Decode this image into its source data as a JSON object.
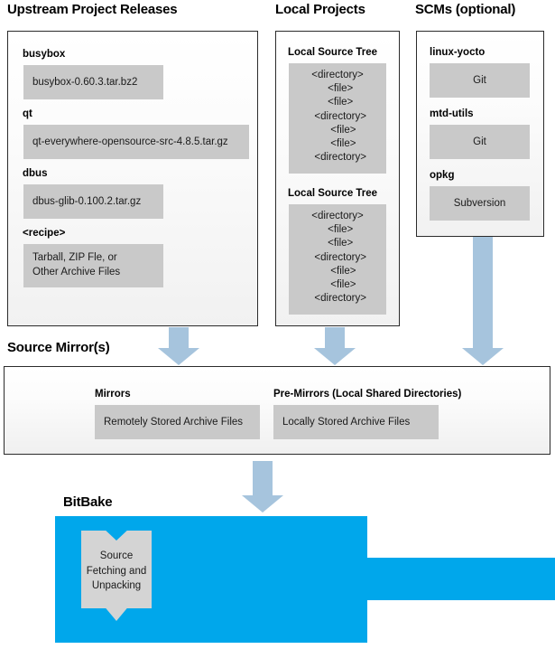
{
  "columns": {
    "upstream": {
      "heading": "Upstream Project Releases",
      "items": [
        {
          "label": "busybox",
          "value": "busybox-0.60.3.tar.bz2"
        },
        {
          "label": "qt",
          "value": "qt-everywhere-opensource-src-4.8.5.tar.gz"
        },
        {
          "label": "dbus",
          "value": "dbus-glib-0.100.2.tar.gz"
        },
        {
          "label": "<recipe>",
          "value_line1": "Tarball, ZIP Fle, or",
          "value_line2": "Other Archive Files"
        }
      ]
    },
    "local_projects": {
      "heading": "Local Projects",
      "trees": [
        {
          "label": "Local Source Tree",
          "lines": [
            "<directory>",
            "  <file>",
            "  <file>",
            "  <directory>",
            "    <file>",
            "    <file>",
            "  <directory>"
          ]
        },
        {
          "label": "Local Source Tree",
          "lines": [
            "<directory>",
            "  <file>",
            "  <file>",
            "  <directory>",
            "    <file>",
            "    <file>",
            "  <directory>"
          ]
        }
      ]
    },
    "scms": {
      "heading": "SCMs (optional)",
      "items": [
        {
          "label": "linux-yocto",
          "value": "Git"
        },
        {
          "label": "mtd-utils",
          "value": "Git"
        },
        {
          "label": "opkg",
          "value": "Subversion"
        }
      ]
    }
  },
  "source_mirror": {
    "heading": "Source Mirror(s)",
    "groups": [
      {
        "label": "Mirrors",
        "value": "Remotely Stored Archive Files"
      },
      {
        "label": "Pre-Mirrors (Local Shared Directories)",
        "value": "Locally Stored Archive Files"
      }
    ]
  },
  "bitbake": {
    "heading": "BitBake",
    "task": {
      "line1": "Source",
      "line2": "Fetching and",
      "line3": "Unpacking"
    }
  },
  "arrows": [
    {
      "name": "arrow-upstream-to-mirror"
    },
    {
      "name": "arrow-local-to-mirror"
    },
    {
      "name": "arrow-scms-to-mirror"
    },
    {
      "name": "arrow-mirror-to-bitbake"
    }
  ],
  "colors": {
    "arrow": "#a6c4dd",
    "bitbake": "#00a7eb",
    "gray_box": "#c9c9c9",
    "panel_border": "#2b2b2b"
  }
}
